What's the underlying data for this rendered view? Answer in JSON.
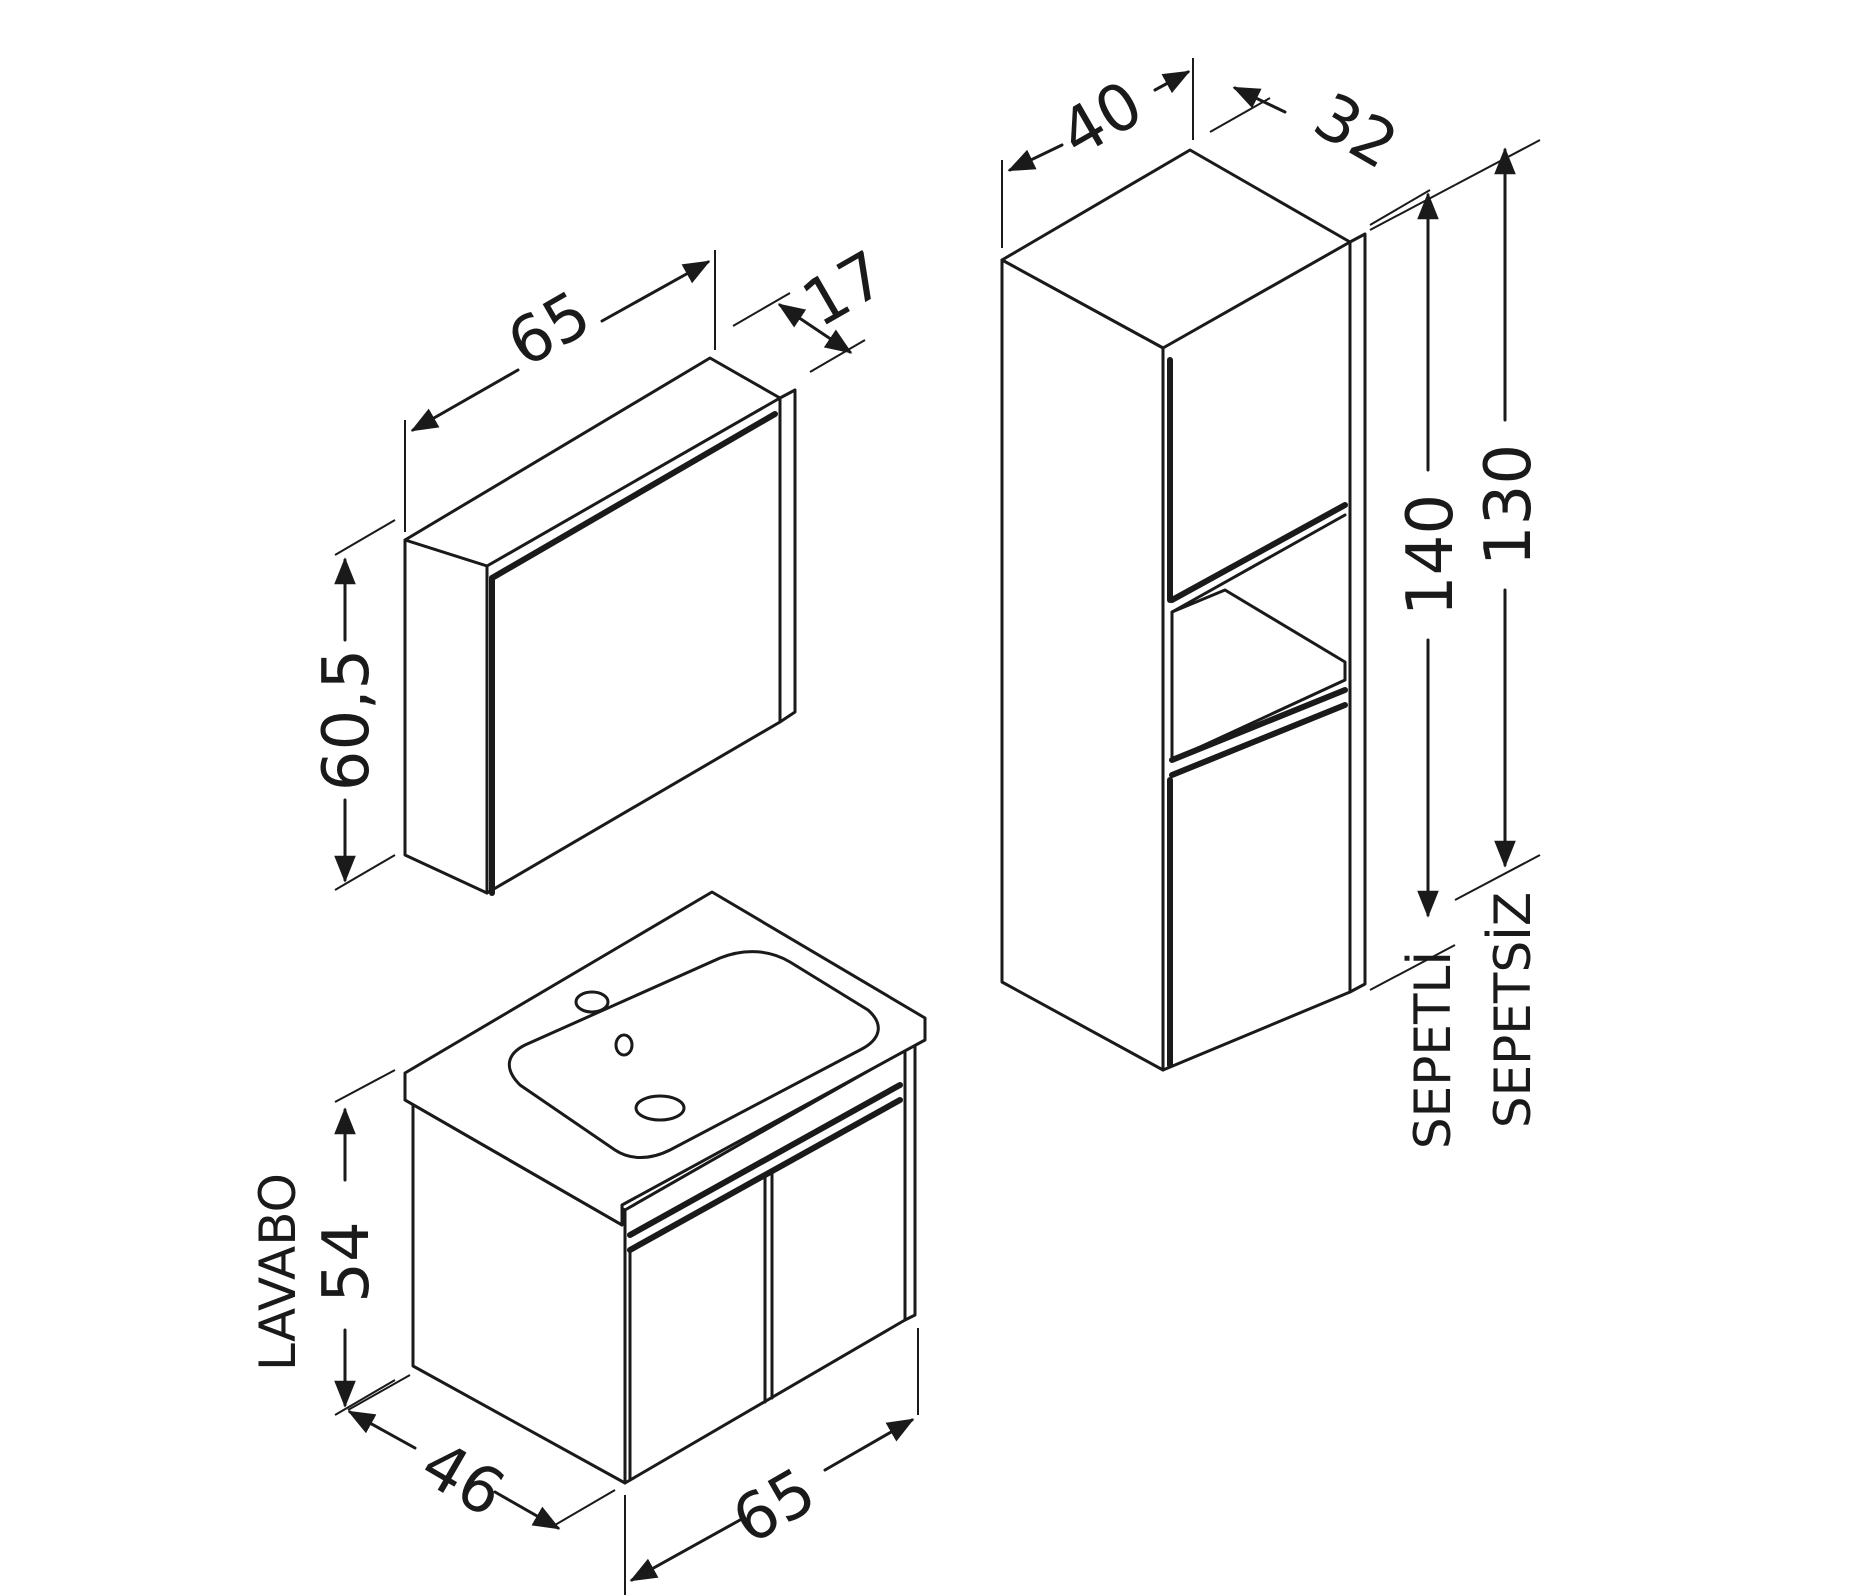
{
  "mirror_cabinet": {
    "width": "65",
    "depth": "17",
    "height": "60,5"
  },
  "tall_cabinet": {
    "width": "40",
    "depth": "32",
    "height_with_basket": "140",
    "height_without_basket": "130",
    "label_with_basket": "SEPETLİ",
    "label_without_basket": "SEPETSİZ"
  },
  "sink_cabinet": {
    "height": "54",
    "label": "LAVABO",
    "depth": "46",
    "width": "65"
  }
}
